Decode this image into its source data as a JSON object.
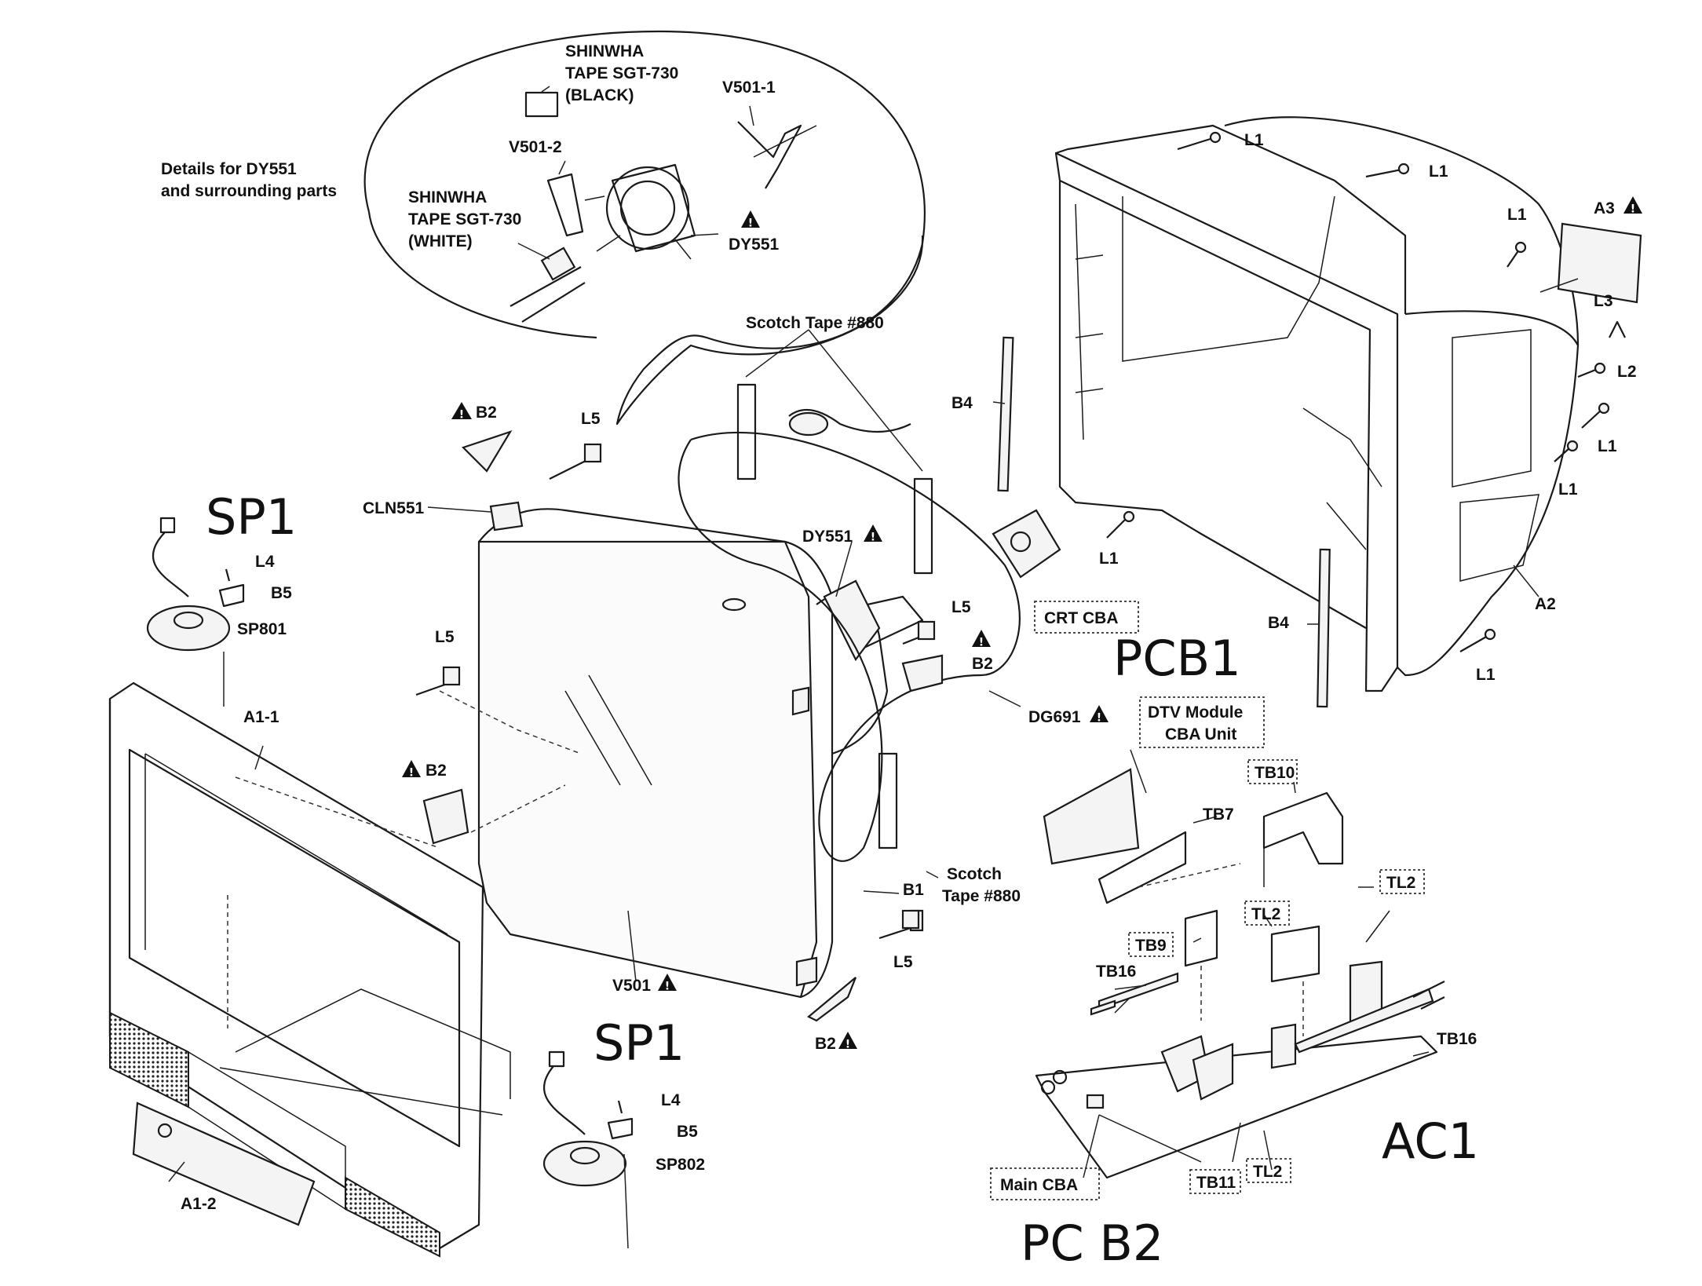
{
  "labels": {
    "details_line1": "Details for DY551",
    "details_line2": "and surrounding parts",
    "shinwha_black_1": "SHINWHA",
    "shinwha_black_2": "TAPE SGT-730",
    "shinwha_black_3": "(BLACK)",
    "shinwha_white_1": "SHINWHA",
    "shinwha_white_2": "TAPE SGT-730",
    "shinwha_white_3": "(WHITE)",
    "v501_1": "V501-1",
    "v501_2": "V501-2",
    "dy551_detail": "DY551",
    "scotch_top": "Scotch Tape #880",
    "scotch_bottom_1": "Scotch",
    "scotch_bottom_2": "Tape #880",
    "b2_top": "B2",
    "l5_top": "L5",
    "cln551": "CLN551",
    "dy551": "DY551",
    "l5_right": "L5",
    "b2_right": "B2",
    "l5_left": "L5",
    "b2_left": "B2",
    "dg691": "DG691",
    "b1": "B1",
    "l5_bottom": "L5",
    "v501": "V501",
    "b2_bottom": "B2",
    "crt_cba": "CRT CBA",
    "l1_top1": "L1",
    "l1_top2": "L1",
    "l1_right_top": "L1",
    "a3": "A3",
    "l3": "L3",
    "l2": "L2",
    "l1_right_mid": "L1",
    "l1_right_low": "L1",
    "b4_top": "B4",
    "l1_inner": "L1",
    "a2": "A2",
    "b4_bottom": "B4",
    "l1_bottom": "L1",
    "l4_top": "L4",
    "b5_top": "B5",
    "sp801": "SP801",
    "a1_1": "A1-1",
    "l4_bottom": "L4",
    "b5_bottom": "B5",
    "sp802": "SP802",
    "a1_2": "A1-2",
    "dtv_1": "DTV Module",
    "dtv_2": "CBA Unit",
    "tb10": "TB10",
    "tb7": "TB7",
    "tl2_a": "TL2",
    "tl2_b": "TL2",
    "tb9": "TB9",
    "tb16_left": "TB16",
    "tb16_right": "TB16",
    "main_cba": "Main CBA",
    "tb11": "TB11",
    "tl2_c": "TL2",
    "warning_mark": "!"
  },
  "handwritten": {
    "sp1_top": "SP1",
    "sp1_bottom": "SP1",
    "pcb1": "PCB1",
    "pcb2": "PC B2",
    "ac1": "AC1"
  }
}
